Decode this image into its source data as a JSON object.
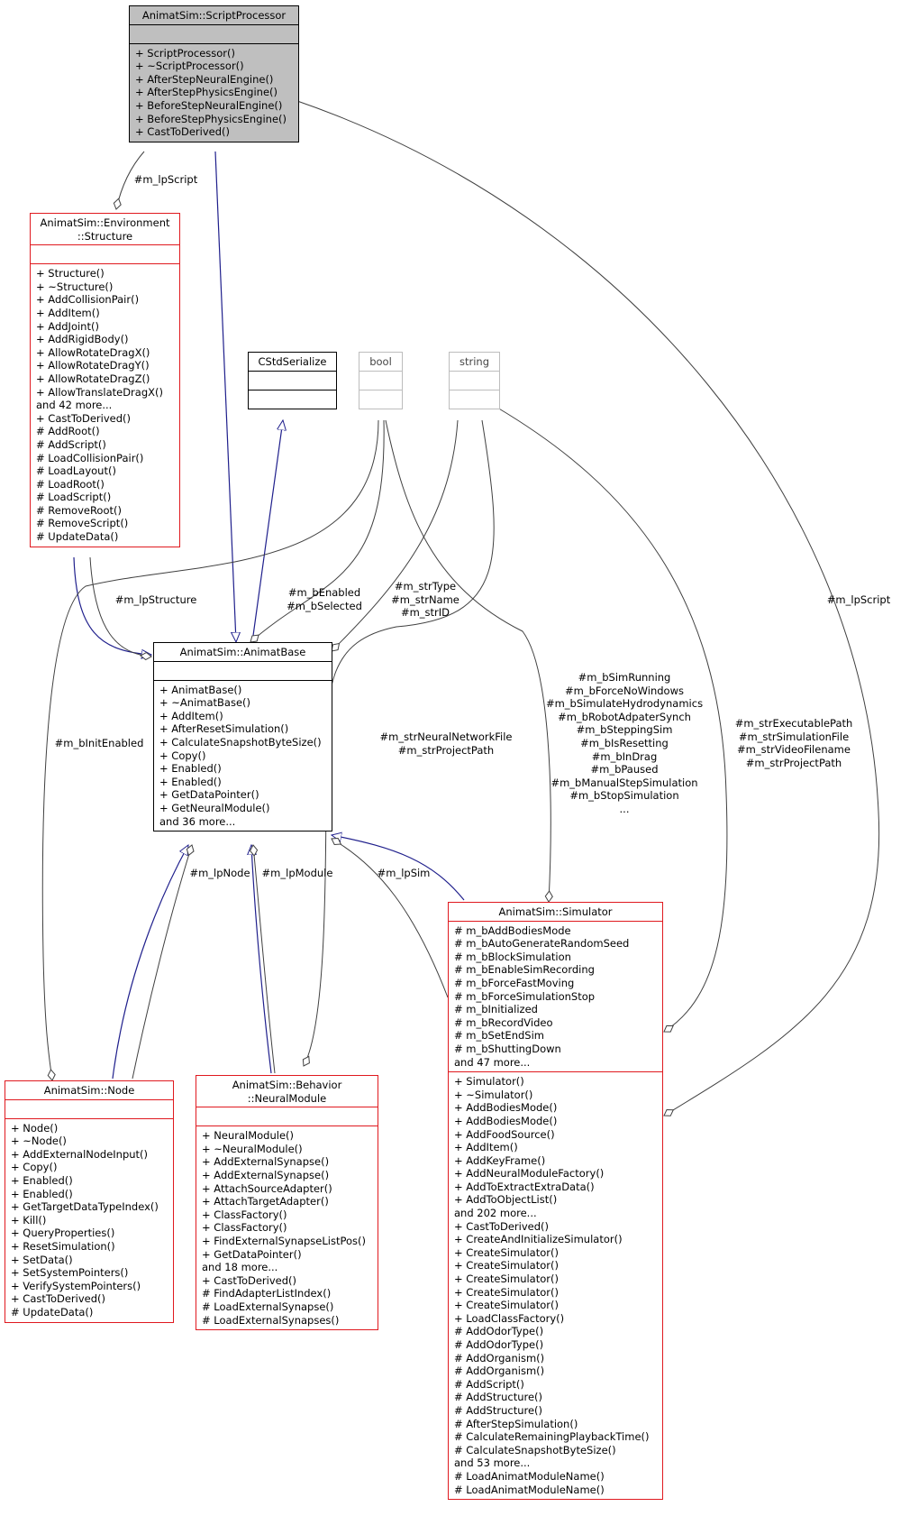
{
  "diagram": {
    "classes": {
      "script_processor": {
        "title": "AnimatSim::ScriptProcessor",
        "attributes": [],
        "methods": [
          "+ ScriptProcessor()",
          "+ ~ScriptProcessor()",
          "+ AfterStepNeuralEngine()",
          "+ AfterStepPhysicsEngine()",
          "+ BeforeStepNeuralEngine()",
          "+ BeforeStepPhysicsEngine()",
          "+ CastToDerived()"
        ]
      },
      "structure": {
        "title": "AnimatSim::Environment\n::Structure",
        "attributes": [],
        "methods": [
          "+ Structure()",
          "+ ~Structure()",
          "+ AddCollisionPair()",
          "+ AddItem()",
          "+ AddJoint()",
          "+ AddRigidBody()",
          "+ AllowRotateDragX()",
          "+ AllowRotateDragY()",
          "+ AllowRotateDragZ()",
          "+ AllowTranslateDragX()",
          "and 42 more...",
          "+ CastToDerived()",
          "# AddRoot()",
          "# AddScript()",
          "# LoadCollisionPair()",
          "# LoadLayout()",
          "# LoadRoot()",
          "# LoadScript()",
          "# RemoveRoot()",
          "# RemoveScript()",
          "# UpdateData()"
        ]
      },
      "cstd_serialize": {
        "title": "CStdSerialize",
        "attributes": [],
        "methods": []
      },
      "bool_type": {
        "title": "bool",
        "attributes": [],
        "methods": []
      },
      "string_type": {
        "title": "string",
        "attributes": [],
        "methods": []
      },
      "animat_base": {
        "title": "AnimatSim::AnimatBase",
        "attributes": [],
        "methods": [
          "+ AnimatBase()",
          "+ ~AnimatBase()",
          "+ AddItem()",
          "+ AfterResetSimulation()",
          "+ CalculateSnapshotByteSize()",
          "+ Copy()",
          "+ Enabled()",
          "+ Enabled()",
          "+ GetDataPointer()",
          "+ GetNeuralModule()",
          "and 36 more..."
        ]
      },
      "simulator": {
        "title": "AnimatSim::Simulator",
        "attributes": [
          "# m_bAddBodiesMode",
          "# m_bAutoGenerateRandomSeed",
          "# m_bBlockSimulation",
          "# m_bEnableSimRecording",
          "# m_bForceFastMoving",
          "# m_bForceSimulationStop",
          "# m_bInitialized",
          "# m_bRecordVideo",
          "# m_bSetEndSim",
          "# m_bShuttingDown",
          "and 47 more..."
        ],
        "methods": [
          "+ Simulator()",
          "+ ~Simulator()",
          "+ AddBodiesMode()",
          "+ AddBodiesMode()",
          "+ AddFoodSource()",
          "+ AddItem()",
          "+ AddKeyFrame()",
          "+ AddNeuralModuleFactory()",
          "+ AddToExtractExtraData()",
          "+ AddToObjectList()",
          "and 202 more...",
          "+ CastToDerived()",
          "+ CreateAndInitializeSimulator()",
          "+ CreateSimulator()",
          "+ CreateSimulator()",
          "+ CreateSimulator()",
          "+ CreateSimulator()",
          "+ CreateSimulator()",
          "+ LoadClassFactory()",
          "# AddOdorType()",
          "# AddOdorType()",
          "# AddOrganism()",
          "# AddOrganism()",
          "# AddScript()",
          "# AddStructure()",
          "# AddStructure()",
          "# AfterStepSimulation()",
          "# CalculateRemainingPlaybackTime()",
          "# CalculateSnapshotByteSize()",
          "and 53 more...",
          "# LoadAnimatModuleName()",
          "# LoadAnimatModuleName()"
        ]
      },
      "node": {
        "title": "AnimatSim::Node",
        "attributes": [],
        "methods": [
          "+ Node()",
          "+ ~Node()",
          "+ AddExternalNodeInput()",
          "+ Copy()",
          "+ Enabled()",
          "+ Enabled()",
          "+ GetTargetDataTypeIndex()",
          "+ Kill()",
          "+ QueryProperties()",
          "+ ResetSimulation()",
          "+ SetData()",
          "+ SetSystemPointers()",
          "+ VerifySystemPointers()",
          "+ CastToDerived()",
          "# UpdateData()"
        ]
      },
      "neural_module": {
        "title": "AnimatSim::Behavior\n::NeuralModule",
        "attributes": [],
        "methods": [
          "+ NeuralModule()",
          "+ ~NeuralModule()",
          "+ AddExternalSynapse()",
          "+ AddExternalSynapse()",
          "+ AttachSourceAdapter()",
          "+ AttachTargetAdapter()",
          "+ ClassFactory()",
          "+ ClassFactory()",
          "+ FindExternalSynapseListPos()",
          "+ GetDataPointer()",
          "and 18 more...",
          "+ CastToDerived()",
          "# FindAdapterListIndex()",
          "# LoadExternalSynapse()",
          "# LoadExternalSynapses()"
        ]
      }
    },
    "edge_labels": {
      "m_lpScript_top": [
        "#m_lpScript"
      ],
      "m_lpScript_right": [
        "#m_lpScript"
      ],
      "m_lpStructure": [
        "#m_lpStructure"
      ],
      "bEnabled": [
        "#m_bEnabled",
        "#m_bSelected"
      ],
      "strType": [
        "#m_strType",
        "#m_strName",
        "#m_strID"
      ],
      "bInitEnabled": [
        "#m_bInitEnabled"
      ],
      "strNeuralNetworkFile": [
        "#m_strNeuralNetworkFile",
        "#m_strProjectPath"
      ],
      "simFlags": [
        "#m_bSimRunning",
        "#m_bForceNoWindows",
        "#m_bSimulateHydrodynamics",
        "#m_bRobotAdpaterSynch",
        "#m_bSteppingSim",
        "#m_bIsResetting",
        "#m_bInDrag",
        "#m_bPaused",
        "#m_bManualStepSimulation",
        "#m_bStopSimulation",
        "..."
      ],
      "strExecutablePath": [
        "#m_strExecutablePath",
        "#m_strSimulationFile",
        "#m_strVideoFilename",
        "#m_strProjectPath"
      ],
      "lpNode": [
        "#m_lpNode"
      ],
      "lpModule": [
        "#m_lpModule"
      ],
      "lpSim": [
        "#m_lpSim"
      ]
    },
    "colors": {
      "inheritance_edge": "#1f1f8c",
      "usage_edge": "#404040",
      "class_border": "#e0191f",
      "focus_fill": "#bfbfbf"
    }
  }
}
